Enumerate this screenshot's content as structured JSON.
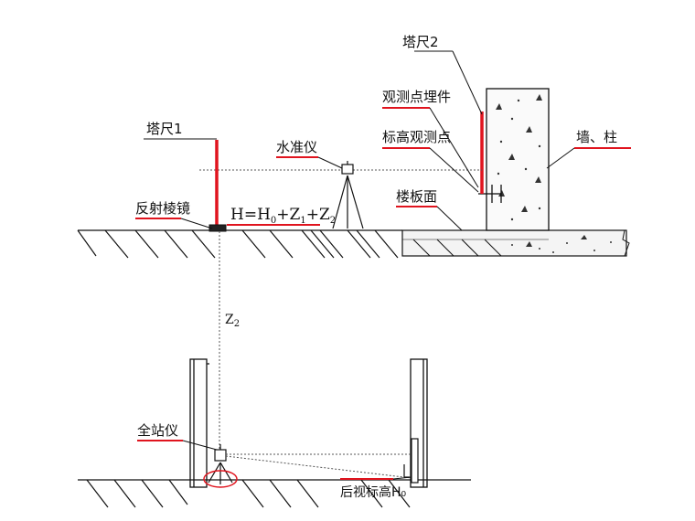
{
  "labels": {
    "staff1": "塔尺1",
    "staff2": "塔尺2",
    "embed": "观测点埋件",
    "elev_point": "标高观测点",
    "wall": "墙、柱",
    "level": "水准仪",
    "prism": "反射棱镜",
    "slab": "楼板面",
    "total_station": "全站仪",
    "backsight": "后视标高H₀"
  },
  "formula": {
    "H": "H",
    "eq": "=H",
    "h_sub": "0",
    "plus1": "+Z",
    "z1_sub": "1",
    "plus2": "+Z",
    "z2_sub": "2"
  },
  "z2_label": {
    "main": "Z",
    "sub": "2"
  },
  "colors": {
    "line": "#111111",
    "accent": "#e0141e",
    "dotted": "#555555"
  }
}
